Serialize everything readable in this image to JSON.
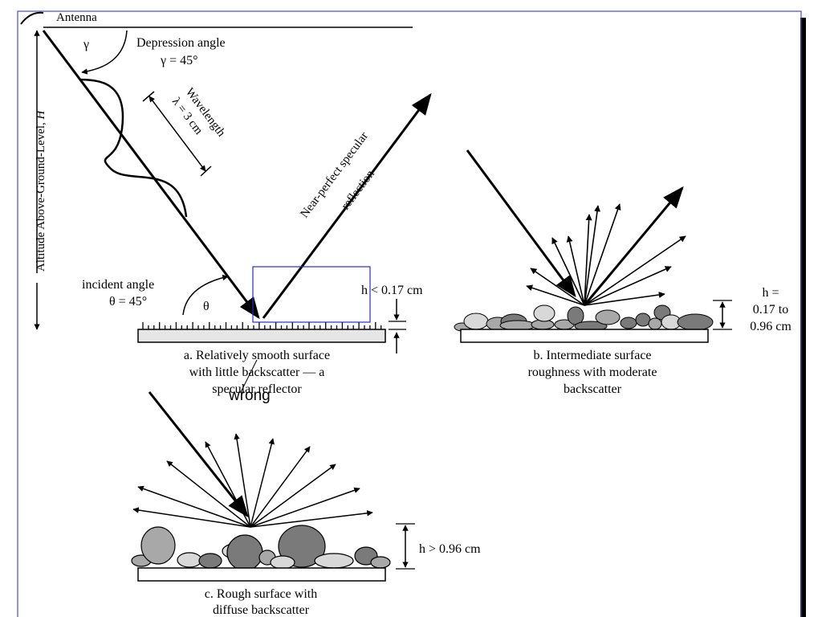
{
  "labels": {
    "antenna": "Antenna",
    "gamma": "γ",
    "depression_title": "Depression angle",
    "depression_value": "γ  = 45°",
    "wavelength_title": "Wavelength",
    "wavelength_value": "λ = 3 cm",
    "altitude_text": "Altitude Above-Ground-Level, ",
    "altitude_var": "H",
    "reflection_line1": "Near-perfect specular",
    "reflection_line2": "reflection",
    "incident_title": "incident angle",
    "incident_value": "θ = 45°",
    "theta": "θ",
    "h_small": "h < 0.17 cm",
    "h_mid_line1": "h =",
    "h_mid_line2": "0.17 to",
    "h_mid_line3": "0.96 cm",
    "h_large": "h > 0.96 cm"
  },
  "captions": {
    "a": [
      "a. Relatively smooth surface",
      "with little backscatter — a",
      "specular reflector"
    ],
    "b": [
      "b. Intermediate surface",
      "roughness with moderate",
      "backscatter"
    ],
    "c": [
      "c. Rough surface with",
      "diffuse backscatter"
    ]
  },
  "annotation": {
    "text": "wrong",
    "color": "#1a1acc"
  },
  "colors": {
    "frame_border": "#4a4acc",
    "shadow": "#000000",
    "stone_light": "#d8d8d8",
    "stone_mid": "#a8a8a8",
    "stone_dark": "#7a7a7a",
    "surface_fill": "#e6e6e6"
  }
}
